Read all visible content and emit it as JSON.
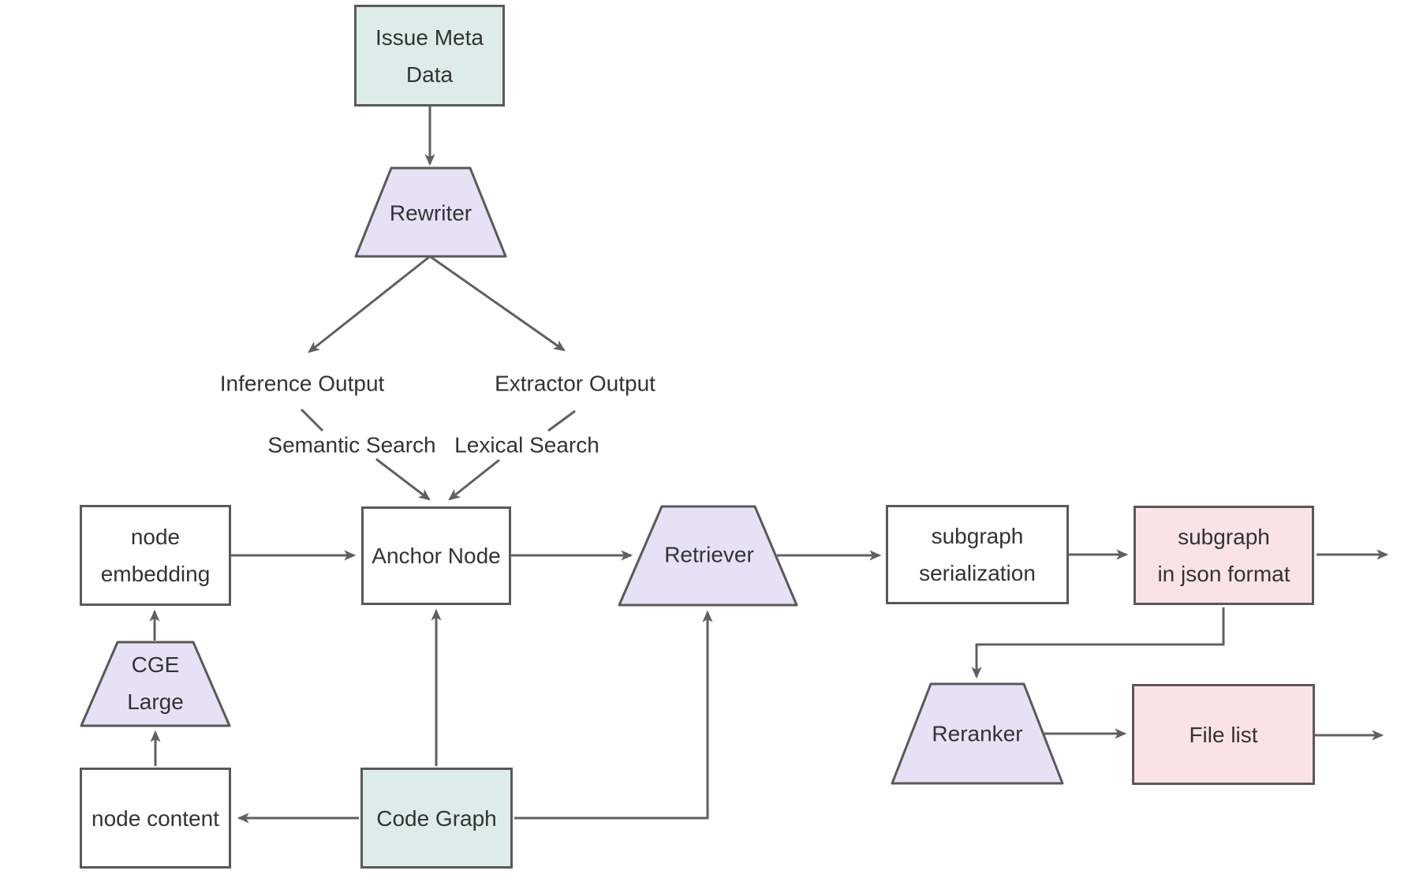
{
  "diagram": {
    "background": "#ffffff",
    "colors": {
      "teal_fill": "#dcede9",
      "purple_fill": "#e6e1f5",
      "pink_fill": "#f9e3e5",
      "white_fill": "#ffffff",
      "shape_border": "#595959",
      "arrow": "#606060",
      "text": "#333333"
    },
    "nodes": {
      "issue_meta_data": {
        "label": "Issue Meta\nData",
        "shape": "rectangle",
        "fill": "teal"
      },
      "rewriter": {
        "label": "Rewriter",
        "shape": "trapezoid",
        "fill": "purple"
      },
      "inference_output": {
        "label": "Inference Output",
        "shape": "text"
      },
      "extractor_output": {
        "label": "Extractor Output",
        "shape": "text"
      },
      "semantic_search": {
        "label": "Semantic Search",
        "shape": "text"
      },
      "lexical_search": {
        "label": "Lexical Search",
        "shape": "text"
      },
      "node_embedding": {
        "label": "node\nembedding",
        "shape": "rectangle",
        "fill": "white"
      },
      "anchor_node": {
        "label": "Anchor Node",
        "shape": "rectangle",
        "fill": "white"
      },
      "retriever": {
        "label": "Retriever",
        "shape": "trapezoid",
        "fill": "purple"
      },
      "subgraph_serialization": {
        "label": "subgraph\nserialization",
        "shape": "rectangle",
        "fill": "white"
      },
      "subgraph_json": {
        "label": "subgraph\nin json format",
        "shape": "rectangle",
        "fill": "pink"
      },
      "cge_large": {
        "label": "CGE\nLarge",
        "shape": "trapezoid",
        "fill": "purple"
      },
      "node_content": {
        "label": "node content",
        "shape": "rectangle",
        "fill": "white"
      },
      "code_graph": {
        "label": "Code Graph",
        "shape": "rectangle",
        "fill": "teal"
      },
      "reranker": {
        "label": "Reranker",
        "shape": "trapezoid",
        "fill": "purple"
      },
      "file_list": {
        "label": "File list",
        "shape": "rectangle",
        "fill": "pink"
      }
    },
    "edges": [
      {
        "from": "issue_meta_data",
        "to": "rewriter",
        "arrow": true
      },
      {
        "from": "rewriter",
        "to": "inference_output",
        "arrow": true
      },
      {
        "from": "rewriter",
        "to": "extractor_output",
        "arrow": true
      },
      {
        "from": "inference_output",
        "to": "semantic_search",
        "arrow": false
      },
      {
        "from": "extractor_output",
        "to": "lexical_search",
        "arrow": false
      },
      {
        "from": "semantic_search",
        "to": "anchor_node",
        "arrow": true
      },
      {
        "from": "lexical_search",
        "to": "anchor_node",
        "arrow": true
      },
      {
        "from": "node_embedding",
        "to": "anchor_node",
        "arrow": true
      },
      {
        "from": "anchor_node",
        "to": "retriever",
        "arrow": true
      },
      {
        "from": "retriever",
        "to": "subgraph_serialization",
        "arrow": true
      },
      {
        "from": "subgraph_serialization",
        "to": "subgraph_json",
        "arrow": true
      },
      {
        "from": "subgraph_json",
        "to": "exit_right",
        "arrow": true
      },
      {
        "from": "subgraph_json",
        "to": "reranker",
        "arrow": true
      },
      {
        "from": "reranker",
        "to": "file_list",
        "arrow": true
      },
      {
        "from": "file_list",
        "to": "exit_right",
        "arrow": true
      },
      {
        "from": "cge_large",
        "to": "node_embedding",
        "arrow": true
      },
      {
        "from": "node_content",
        "to": "cge_large",
        "arrow": true
      },
      {
        "from": "code_graph",
        "to": "node_content",
        "arrow": true
      },
      {
        "from": "code_graph",
        "to": "anchor_node",
        "arrow": true
      },
      {
        "from": "code_graph",
        "to": "retriever",
        "arrow": true
      }
    ]
  }
}
